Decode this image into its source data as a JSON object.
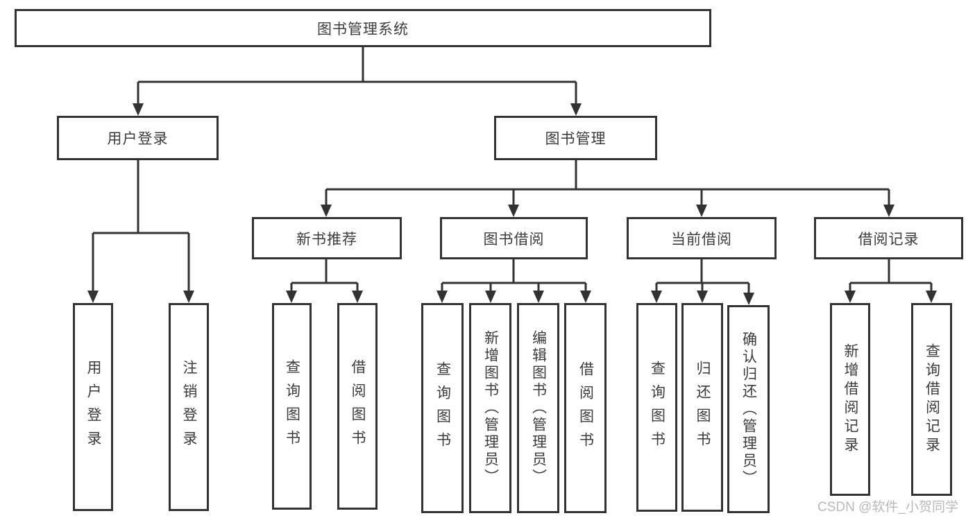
{
  "watermark": "CSDN @软件_小贺同学",
  "colors": {
    "line": "#323232",
    "text": "#3b3b3b",
    "watermark": "#b9b9b9",
    "background": "#ffffff"
  },
  "diagram": {
    "root": {
      "label": "图书管理系统"
    },
    "branches": [
      {
        "label": "用户登录",
        "children": [
          {
            "label": "用户登录"
          },
          {
            "label": "注销登录"
          }
        ]
      },
      {
        "label": "图书管理",
        "children": [
          {
            "label": "新书推荐",
            "children": [
              {
                "label": "查询图书"
              },
              {
                "label": "借阅图书"
              }
            ]
          },
          {
            "label": "图书借阅",
            "children": [
              {
                "label": "查询图书"
              },
              {
                "label": "新增图书（管理员）"
              },
              {
                "label": "编辑图书（管理员）"
              },
              {
                "label": "借阅图书"
              }
            ]
          },
          {
            "label": "当前借阅",
            "children": [
              {
                "label": "查询图书"
              },
              {
                "label": "归还图书"
              },
              {
                "label": "确认归还（管理员）"
              }
            ]
          },
          {
            "label": "借阅记录",
            "children": [
              {
                "label": "新增借阅记录"
              },
              {
                "label": "查询借阅记录"
              }
            ]
          }
        ]
      }
    ]
  }
}
